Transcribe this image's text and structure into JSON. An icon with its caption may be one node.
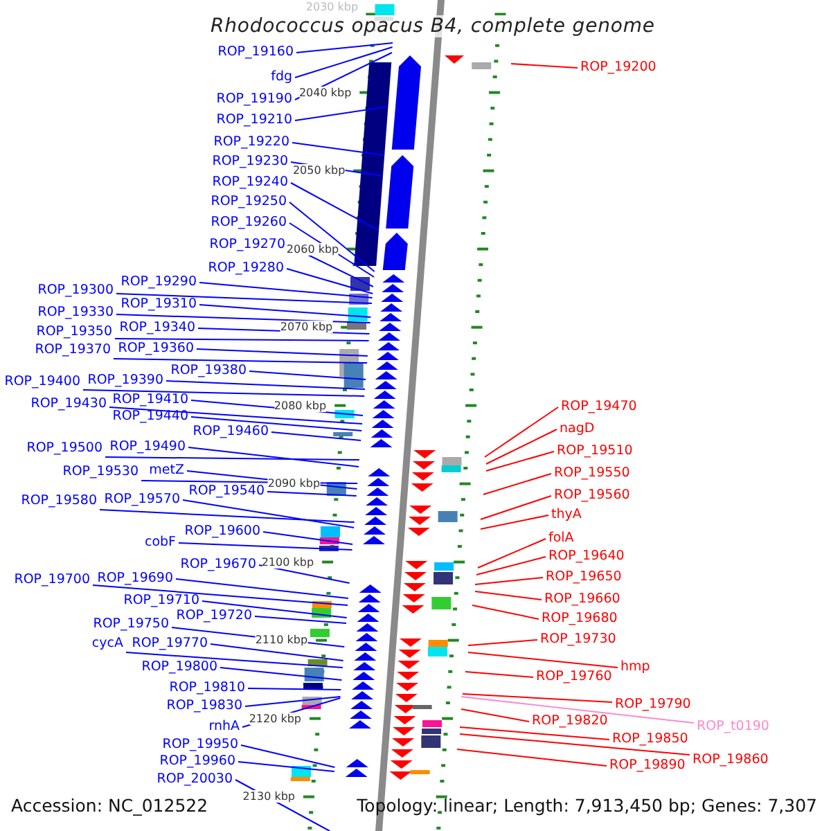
{
  "diagram": {
    "title": "Rhodococcus opacus B4, complete genome",
    "nodes": [
      {
        "text": [
          "ROP_19160"
        ]
      },
      {
        "text": [
          "fdg"
        ]
      },
      {
        "text": [
          "ROP_19190"
        ]
      },
      {
        "text": [
          "ROP_19210"
        ]
      },
      {
        "text": [
          "ROP_19220"
        ]
      },
      {
        "text": [
          "ROP_19230"
        ]
      },
      {
        "text": [
          "ROP_19240"
        ]
      },
      {
        "text": [
          "ROP_19250"
        ]
      },
      {
        "text": [
          "ROP_19260"
        ]
      },
      {
        "text": [
          "ROP_19270"
        ]
      },
      {
        "text": [
          "ROP_19280"
        ]
      },
      {
        "text": [
          "ROP_19300"
        ]
      },
      {
        "text": [
          "ROP_19290"
        ]
      },
      {
        "text": [
          "ROP_19330"
        ]
      },
      {
        "text": [
          "ROP_19310"
        ]
      },
      {
        "text": [
          "ROP_19350"
        ]
      },
      {
        "text": [
          "ROP_19340"
        ]
      },
      {
        "text": [
          "ROP_19370"
        ]
      },
      {
        "text": [
          "ROP_19360"
        ]
      },
      {
        "text": [
          "ROP_19380"
        ]
      },
      {
        "text": [
          "ROP_19400"
        ]
      },
      {
        "text": [
          "ROP_19390"
        ]
      },
      {
        "text": [
          "ROP_19430"
        ]
      },
      {
        "text": [
          "ROP_19410"
        ]
      },
      {
        "text": [
          "ROP_19440"
        ]
      },
      {
        "text": [
          "ROP_19460"
        ]
      },
      {
        "text": [
          "ROP_19500"
        ]
      },
      {
        "text": [
          "ROP_19490"
        ]
      },
      {
        "text": [
          "ROP_19530"
        ]
      },
      {
        "text": [
          "metZ"
        ]
      },
      {
        "text": [
          "ROP_19540"
        ]
      },
      {
        "text": [
          "ROP_19580"
        ]
      },
      {
        "text": [
          "ROP_19570"
        ]
      },
      {
        "text": [
          "ROP_19600"
        ]
      },
      {
        "text": [
          "cobF"
        ]
      },
      {
        "text": [
          "ROP_19670"
        ]
      },
      {
        "text": [
          "ROP_19700"
        ]
      },
      {
        "text": [
          "ROP_19690"
        ]
      },
      {
        "text": [
          "ROP_19710"
        ]
      },
      {
        "text": [
          "ROP_19720"
        ]
      },
      {
        "text": [
          "ROP_19750"
        ]
      },
      {
        "text": [
          "cycA"
        ]
      },
      {
        "text": [
          "ROP_19770"
        ]
      },
      {
        "text": [
          "ROP_19800"
        ]
      },
      {
        "text": [
          "ROP_19810"
        ]
      },
      {
        "text": [
          "ROP_19830"
        ]
      },
      {
        "text": [
          "rnhA"
        ]
      },
      {
        "text": [
          "ROP_19950"
        ]
      },
      {
        "text": [
          "ROP_19960"
        ]
      },
      {
        "text": [
          "ROP_20030"
        ]
      },
      {
        "text": [
          "ROP_19200"
        ]
      },
      {
        "text": [
          "ROP_19470"
        ]
      },
      {
        "text": [
          "nagD"
        ]
      },
      {
        "text": [
          "ROP_19510"
        ]
      },
      {
        "text": [
          "ROP_19550"
        ]
      },
      {
        "text": [
          "ROP_19560"
        ]
      },
      {
        "text": [
          "thyA"
        ]
      },
      {
        "text": [
          "folA"
        ]
      },
      {
        "text": [
          "ROP_19640"
        ]
      },
      {
        "text": [
          "ROP_19650"
        ]
      },
      {
        "text": [
          "ROP_19660"
        ]
      },
      {
        "text": [
          "ROP_19680"
        ]
      },
      {
        "text": [
          "ROP_19730"
        ]
      },
      {
        "text": [
          "hmp"
        ]
      },
      {
        "text": [
          "ROP_19760"
        ]
      },
      {
        "text": [
          "ROP_19790"
        ]
      },
      {
        "text": [
          "ROP_19820"
        ]
      },
      {
        "text": [
          "ROP_t0190"
        ]
      },
      {
        "text": [
          "ROP_19850"
        ]
      },
      {
        "text": [
          "ROP_19860"
        ]
      },
      {
        "text": [
          "ROP_19890"
        ]
      }
    ],
    "edges": [
      {
        "from": 0,
        "to": null,
        "arrow": "none"
      },
      {
        "from": 1,
        "to": null,
        "arrow": "none"
      },
      {
        "from": 2,
        "to": null,
        "arrow": "none"
      },
      {
        "from": 3,
        "to": null,
        "arrow": "none"
      },
      {
        "from": 4,
        "to": null,
        "arrow": "none"
      },
      {
        "from": 5,
        "to": null,
        "arrow": "none"
      },
      {
        "from": 6,
        "to": null,
        "arrow": "none"
      },
      {
        "from": 7,
        "to": null,
        "arrow": "none"
      },
      {
        "from": 8,
        "to": null,
        "arrow": "none"
      },
      {
        "from": 9,
        "to": null,
        "arrow": "none"
      },
      {
        "from": 10,
        "to": null,
        "arrow": "none"
      },
      {
        "from": 11,
        "to": null,
        "arrow": "none"
      },
      {
        "from": 12,
        "to": null,
        "arrow": "none"
      },
      {
        "from": 13,
        "to": null,
        "arrow": "none"
      },
      {
        "from": 14,
        "to": null,
        "arrow": "none"
      },
      {
        "from": 15,
        "to": null,
        "arrow": "none"
      },
      {
        "from": 16,
        "to": null,
        "arrow": "none"
      },
      {
        "from": 17,
        "to": null,
        "arrow": "none"
      },
      {
        "from": 18,
        "to": null,
        "arrow": "none"
      },
      {
        "from": 19,
        "to": null,
        "arrow": "none"
      },
      {
        "from": 20,
        "to": null,
        "arrow": "none"
      },
      {
        "from": 21,
        "to": null,
        "arrow": "none"
      },
      {
        "from": 22,
        "to": null,
        "arrow": "none"
      },
      {
        "from": 23,
        "to": null,
        "arrow": "none"
      },
      {
        "from": 24,
        "to": null,
        "arrow": "none"
      },
      {
        "from": 25,
        "to": null,
        "arrow": "none"
      },
      {
        "from": 26,
        "to": null,
        "arrow": "none"
      },
      {
        "from": 27,
        "to": null,
        "arrow": "none"
      },
      {
        "from": 28,
        "to": null,
        "arrow": "none"
      },
      {
        "from": 29,
        "to": null,
        "arrow": "none"
      },
      {
        "from": 30,
        "to": null,
        "arrow": "none"
      },
      {
        "from": 31,
        "to": null,
        "arrow": "none"
      },
      {
        "from": 32,
        "to": null,
        "arrow": "none"
      },
      {
        "from": 33,
        "to": null,
        "arrow": "none"
      },
      {
        "from": 34,
        "to": null,
        "arrow": "none"
      },
      {
        "from": 35,
        "to": null,
        "arrow": "none"
      },
      {
        "from": 36,
        "to": null,
        "arrow": "none"
      },
      {
        "from": 37,
        "to": null,
        "arrow": "none"
      },
      {
        "from": 38,
        "to": null,
        "arrow": "none"
      },
      {
        "from": 39,
        "to": null,
        "arrow": "none"
      },
      {
        "from": 40,
        "to": null,
        "arrow": "none"
      },
      {
        "from": 41,
        "to": null,
        "arrow": "none"
      },
      {
        "from": 42,
        "to": null,
        "arrow": "none"
      },
      {
        "from": 43,
        "to": null,
        "arrow": "none"
      },
      {
        "from": 44,
        "to": null,
        "arrow": "none"
      },
      {
        "from": 45,
        "to": null,
        "arrow": "none"
      },
      {
        "from": 46,
        "to": null,
        "arrow": "none"
      },
      {
        "from": 47,
        "to": null,
        "arrow": "none"
      },
      {
        "from": 48,
        "to": null,
        "arrow": "none"
      },
      {
        "from": 49,
        "to": null,
        "arrow": "none"
      },
      {
        "from": 50,
        "to": null,
        "arrow": "none",
        "color": "#ff0000"
      },
      {
        "from": 51,
        "to": null,
        "arrow": "none",
        "color": "#ff0000"
      },
      {
        "from": 52,
        "to": null,
        "arrow": "none",
        "color": "#ff0000"
      },
      {
        "from": 53,
        "to": null,
        "arrow": "none",
        "color": "#ff0000"
      },
      {
        "from": 54,
        "to": null,
        "arrow": "none",
        "color": "#ff0000"
      },
      {
        "from": 55,
        "to": null,
        "arrow": "none",
        "color": "#ff0000"
      },
      {
        "from": 56,
        "to": null,
        "arrow": "none",
        "color": "#ff0000"
      },
      {
        "from": 57,
        "to": null,
        "arrow": "none",
        "color": "#ff0000"
      },
      {
        "from": 58,
        "to": null,
        "arrow": "none",
        "color": "#ff0000"
      },
      {
        "from": 59,
        "to": null,
        "arrow": "none",
        "color": "#ff0000"
      },
      {
        "from": 60,
        "to": null,
        "arrow": "none",
        "color": "#ff0000"
      },
      {
        "from": 61,
        "to": null,
        "arrow": "none",
        "color": "#ff0000"
      },
      {
        "from": 62,
        "to": null,
        "arrow": "none",
        "color": "#ff0000"
      },
      {
        "from": 63,
        "to": null,
        "arrow": "none",
        "color": "#ff0000"
      },
      {
        "from": 64,
        "to": null,
        "arrow": "none",
        "color": "#ff0000"
      },
      {
        "from": 65,
        "to": null,
        "arrow": "none",
        "color": "#ff0000"
      },
      {
        "from": 66,
        "to": null,
        "arrow": "none",
        "color": "#ff0000"
      },
      {
        "from": 67,
        "to": null,
        "arrow": "none",
        "color": "#ff88cc"
      },
      {
        "from": 68,
        "to": null,
        "arrow": "none",
        "color": "#ff0000"
      },
      {
        "from": 69,
        "to": null,
        "arrow": "none",
        "color": "#ff0000"
      },
      {
        "from": 70,
        "to": null,
        "arrow": "none",
        "color": "#ff0000"
      }
    ],
    "labels": [
      "2030 kbp",
      "2040 kbp",
      "2050 kbp",
      "2060 kbp",
      "2070 kbp",
      "2080 kbp",
      "2090 kbp",
      "2100 kbp",
      "2110 kbp",
      "2120 kbp",
      "2130 kbp",
      "Accession: NC_012522",
      "Topology: linear; Length: 7,913,450 bp; Genes: 7,307"
    ]
  }
}
